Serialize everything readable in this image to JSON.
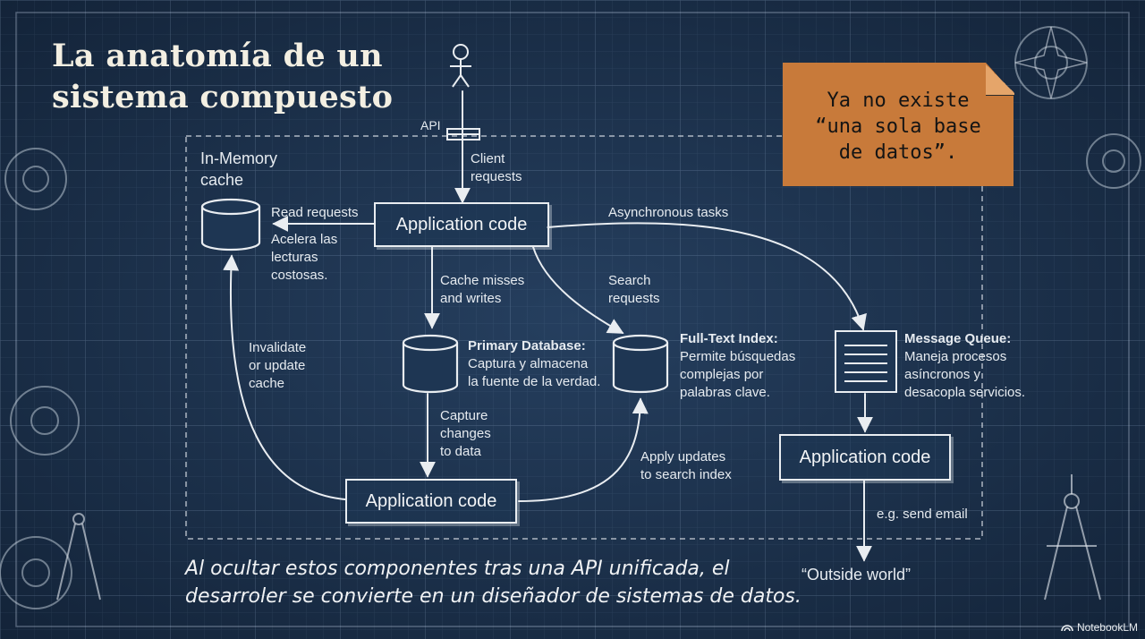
{
  "title": {
    "line1": "La anatomía de un",
    "line2": "sistema compuesto"
  },
  "note": {
    "line1": "Ya no existe",
    "line2": "“una sola base",
    "line3": "de datos”."
  },
  "labels": {
    "api": "API",
    "client_requests": [
      "Client",
      "requests"
    ],
    "cache": [
      "In-Memory",
      "cache"
    ],
    "read_requests": "Read requests",
    "cache_note": [
      "Acelera las",
      "lecturas",
      "costosas."
    ],
    "async_tasks": "Asynchronous tasks",
    "cache_misses": [
      "Cache misses",
      "and writes"
    ],
    "search_requests": [
      "Search",
      "requests"
    ],
    "invalidate": [
      "Invalidate",
      "or update",
      "cache"
    ],
    "primary_db": {
      "name": "Primary Database:",
      "desc": [
        "Captura y almacena",
        "la fuente de la verdad."
      ]
    },
    "fulltext": {
      "name": "Full-Text Index:",
      "desc": [
        "Permite búsquedas",
        "complejas por",
        "palabras clave."
      ]
    },
    "queue": {
      "name": "Message Queue:",
      "desc": [
        "Maneja procesos",
        "asíncronos y",
        "desacopla servicios."
      ]
    },
    "capture": [
      "Capture",
      "changes",
      "to data"
    ],
    "apply_updates": [
      "Apply updates",
      "to search index"
    ],
    "send_email": "e.g. send email",
    "outside": "“Outside world”"
  },
  "boxes": {
    "app_top": "Application code",
    "app_bottom": "Application code",
    "app_right": "Application code"
  },
  "footer": {
    "line1": "Al ocultar estos componentes tras una API unificada, el",
    "line2": "desarroler se convierte en un diseñador de sistemas de datos."
  },
  "brand": "NotebookLM",
  "icons": [
    "stick-figure-icon",
    "cache-cylinder-icon",
    "database-cylinder-icon",
    "index-cylinder-icon",
    "message-queue-icon",
    "gear-icon",
    "compass-rose-icon",
    "drafting-compass-icon"
  ],
  "colors": {
    "background": "#1e3653",
    "line": "#e9edf1",
    "note": "#c87a3a"
  }
}
